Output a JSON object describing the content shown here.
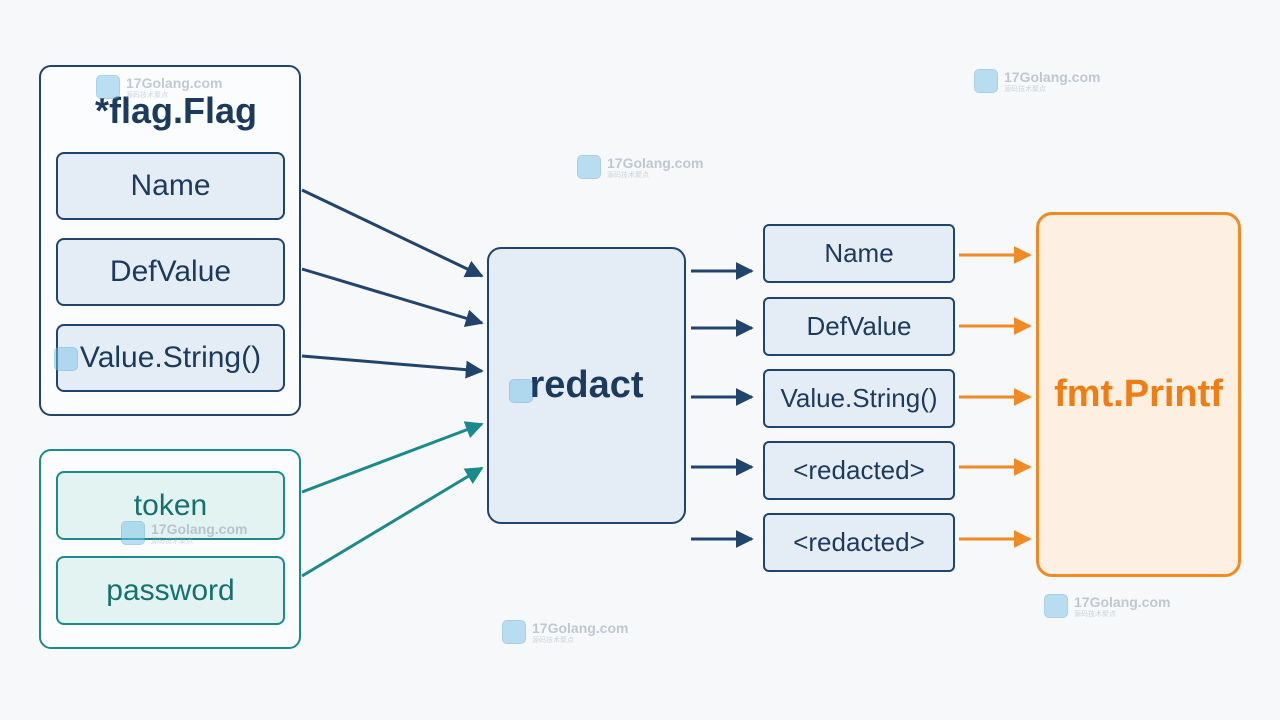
{
  "flag_group": {
    "title": "*flag.Flag",
    "fields": [
      "Name",
      "DefValue",
      "Value.String()"
    ]
  },
  "secret_group": {
    "fields": [
      "token",
      "password"
    ]
  },
  "redact": {
    "label": "redact"
  },
  "outputs": [
    "Name",
    "DefValue",
    "Value.String()",
    "<redacted>",
    "<redacted>"
  ],
  "printf": {
    "label": "fmt.Printf"
  },
  "watermark": {
    "name": "17Golang.com",
    "sub": "源码技术聚点"
  },
  "colors": {
    "navy": "#21446c",
    "teal": "#1b8a8a",
    "orange": "#f08a24",
    "background": "#f7f8f9"
  }
}
